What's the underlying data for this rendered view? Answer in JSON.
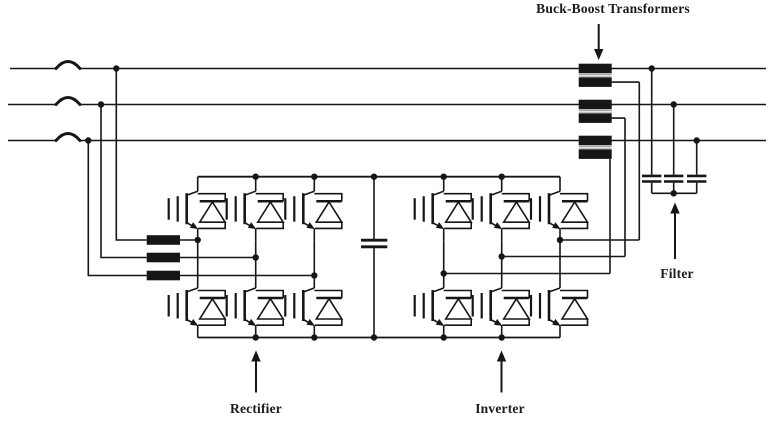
{
  "figure": {
    "type": "power-electronics-circuit-diagram",
    "background_color": "#ffffff",
    "ink_color": "#161616",
    "labels": {
      "buck_boost": "Buck-Boost Transformers",
      "rectifier": "Rectifier",
      "inverter": "Inverter",
      "filter": "Filter"
    },
    "pointers": {
      "buck_boost_pointer": "down-arrow-icon",
      "rectifier_pointer": "up-arrow-icon",
      "inverter_pointer": "up-arrow-icon",
      "filter_pointer": "up-arrow-icon"
    },
    "components": {
      "ac_phase_lines": 3,
      "line_arc_symbols": 3,
      "series_input_windings": 3,
      "rectifier_igbt_switches": 6,
      "inverter_igbt_switches": 6,
      "dc_link_capacitors": 1,
      "buck_boost_transformers": 3,
      "filter_capacitors": 3
    }
  }
}
